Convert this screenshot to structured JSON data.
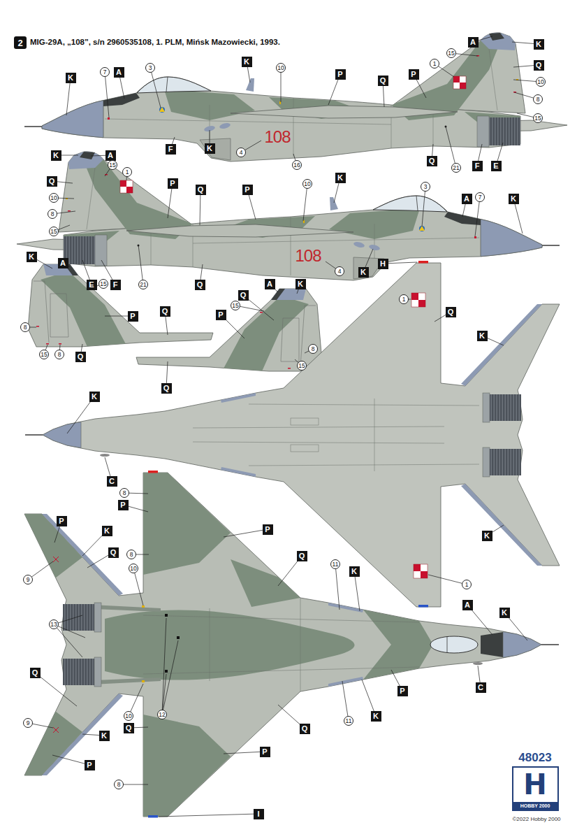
{
  "diagram": {
    "title": "MIG-29A, „108”, s/n 2960535108, 1. PLM, Mińsk Mazowiecki, 1993.",
    "nodes": [
      {
        "text": [
          "2"
        ]
      },
      {
        "text": [
          "K"
        ]
      },
      {
        "text": [
          "7"
        ]
      },
      {
        "text": [
          "A"
        ]
      },
      {
        "text": [
          "3"
        ]
      },
      {
        "text": [
          "K"
        ]
      },
      {
        "text": [
          "10"
        ]
      },
      {
        "text": [
          "P"
        ]
      },
      {
        "text": [
          "Q"
        ]
      },
      {
        "text": [
          "P"
        ]
      },
      {
        "text": [
          "A"
        ]
      },
      {
        "text": [
          "K"
        ]
      },
      {
        "text": [
          "15"
        ]
      },
      {
        "text": [
          "1"
        ]
      },
      {
        "text": [
          "Q"
        ]
      },
      {
        "text": [
          "10"
        ]
      },
      {
        "text": [
          "8"
        ]
      },
      {
        "text": [
          "15"
        ]
      },
      {
        "text": [
          "F"
        ]
      },
      {
        "text": [
          "K"
        ]
      },
      {
        "text": [
          "4"
        ]
      },
      {
        "text": [
          "16"
        ]
      },
      {
        "text": [
          "Q"
        ]
      },
      {
        "text": [
          "21"
        ]
      },
      {
        "text": [
          "F"
        ]
      },
      {
        "text": [
          "E"
        ]
      },
      {
        "text": [
          "K"
        ]
      },
      {
        "text": [
          "A"
        ]
      },
      {
        "text": [
          "15"
        ]
      },
      {
        "text": [
          "1"
        ]
      },
      {
        "text": [
          "Q"
        ]
      },
      {
        "text": [
          "P"
        ]
      },
      {
        "text": [
          "K"
        ]
      },
      {
        "text": [
          "10"
        ]
      },
      {
        "text": [
          "3"
        ]
      },
      {
        "text": [
          "A"
        ]
      },
      {
        "text": [
          "7"
        ]
      },
      {
        "text": [
          "K"
        ]
      },
      {
        "text": [
          "Q"
        ]
      },
      {
        "text": [
          "P"
        ]
      },
      {
        "text": [
          "10"
        ]
      },
      {
        "text": [
          "8"
        ]
      },
      {
        "text": [
          "15"
        ]
      },
      {
        "text": [
          "E"
        ]
      },
      {
        "text": [
          "F"
        ]
      },
      {
        "text": [
          "21"
        ]
      },
      {
        "text": [
          "Q"
        ]
      },
      {
        "text": [
          "4"
        ]
      },
      {
        "text": [
          "K"
        ]
      },
      {
        "text": [
          "K"
        ]
      },
      {
        "text": [
          "A"
        ]
      },
      {
        "text": [
          "15"
        ]
      },
      {
        "text": [
          "P"
        ]
      },
      {
        "text": [
          "Q"
        ]
      },
      {
        "text": [
          "8"
        ]
      },
      {
        "text": [
          "15"
        ]
      },
      {
        "text": [
          "8"
        ]
      },
      {
        "text": [
          "Q"
        ]
      },
      {
        "text": [
          "A"
        ]
      },
      {
        "text": [
          "K"
        ]
      },
      {
        "text": [
          "Q"
        ]
      },
      {
        "text": [
          "15"
        ]
      },
      {
        "text": [
          "P"
        ]
      },
      {
        "text": [
          "8"
        ]
      },
      {
        "text": [
          "15"
        ]
      },
      {
        "text": [
          "Q"
        ]
      },
      {
        "text": [
          "1"
        ]
      },
      {
        "text": [
          "Q"
        ]
      },
      {
        "text": [
          "K"
        ]
      },
      {
        "text": [
          "H"
        ]
      },
      {
        "text": [
          "K"
        ]
      },
      {
        "text": [
          "C"
        ]
      },
      {
        "text": [
          "K"
        ]
      },
      {
        "text": [
          "1"
        ]
      },
      {
        "text": [
          "8"
        ]
      },
      {
        "text": [
          "P"
        ]
      },
      {
        "text": [
          "P"
        ]
      },
      {
        "text": [
          "K"
        ]
      },
      {
        "text": [
          "P"
        ]
      },
      {
        "text": [
          "Q"
        ]
      },
      {
        "text": [
          "8"
        ]
      },
      {
        "text": [
          "10"
        ]
      },
      {
        "text": [
          "Q"
        ]
      },
      {
        "text": [
          "11"
        ]
      },
      {
        "text": [
          "K"
        ]
      },
      {
        "text": [
          "9"
        ]
      },
      {
        "text": [
          "13"
        ]
      },
      {
        "text": [
          "A"
        ]
      },
      {
        "text": [
          "K"
        ]
      },
      {
        "text": [
          "Q"
        ]
      },
      {
        "text": [
          "C"
        ]
      },
      {
        "text": [
          "P"
        ]
      },
      {
        "text": [
          "10"
        ]
      },
      {
        "text": [
          "12"
        ]
      },
      {
        "text": [
          "11"
        ]
      },
      {
        "text": [
          "K"
        ]
      },
      {
        "text": [
          "Q"
        ]
      },
      {
        "text": [
          "Q"
        ]
      },
      {
        "text": [
          "K"
        ]
      },
      {
        "text": [
          "9"
        ]
      },
      {
        "text": [
          "P"
        ]
      },
      {
        "text": [
          "P"
        ]
      },
      {
        "text": [
          "8"
        ]
      },
      {
        "text": [
          "I"
        ]
      },
      {
        "text": [
          "H",
          "HOBBY 2000"
        ]
      }
    ],
    "labels": [
      "108",
      "108",
      "48023",
      "©2022 Hobby 2000"
    ]
  }
}
